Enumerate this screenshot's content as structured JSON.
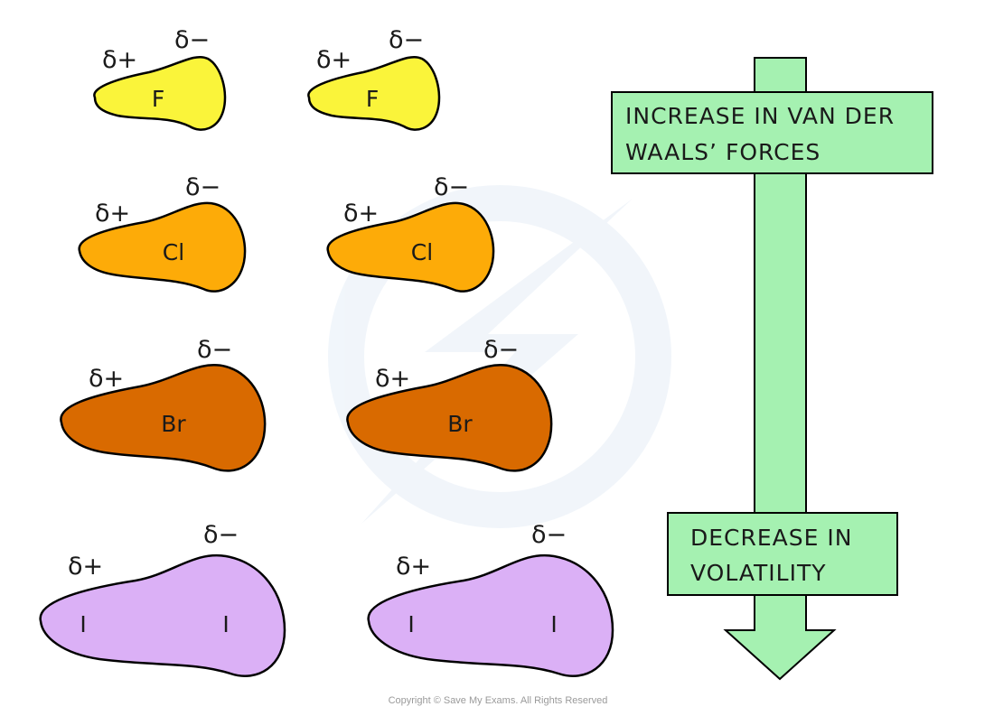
{
  "molecules": [
    {
      "atom": "F",
      "atom_labels": [
        "F"
      ],
      "fill": "#faf43a",
      "pair": [
        {
          "delta_plus": "δ+",
          "delta_minus": "δ−"
        },
        {
          "delta_plus": "δ+",
          "delta_minus": "δ−"
        }
      ]
    },
    {
      "atom": "Cl",
      "atom_labels": [
        "Cl"
      ],
      "fill": "#fdab08",
      "pair": [
        {
          "delta_plus": "δ+",
          "delta_minus": "δ−"
        },
        {
          "delta_plus": "δ+",
          "delta_minus": "δ−"
        }
      ]
    },
    {
      "atom": "Br",
      "atom_labels": [
        "Br"
      ],
      "fill": "#d96a00",
      "pair": [
        {
          "delta_plus": "δ+",
          "delta_minus": "δ−"
        },
        {
          "delta_plus": "δ+",
          "delta_minus": "δ−"
        }
      ]
    },
    {
      "atom": "I",
      "atom_labels": [
        "I",
        "I"
      ],
      "fill": "#dbb0f6",
      "pair": [
        {
          "delta_plus": "δ+",
          "delta_minus": "δ−"
        },
        {
          "delta_plus": "δ+",
          "delta_minus": "δ−"
        }
      ]
    }
  ],
  "arrow": {
    "fill": "#a5f1b1",
    "top_box": {
      "lines": [
        "INCREASE IN VAN DER",
        "WAALS’ FORCES"
      ]
    },
    "bottom_box": {
      "lines": [
        "DECREASE IN",
        "VOLATILITY"
      ]
    }
  },
  "footer": {
    "copyright": "Copyright © Save My Exams. All Rights Reserved"
  },
  "colors": {
    "outline": "#000000",
    "watermark": "#e3ecf6"
  }
}
